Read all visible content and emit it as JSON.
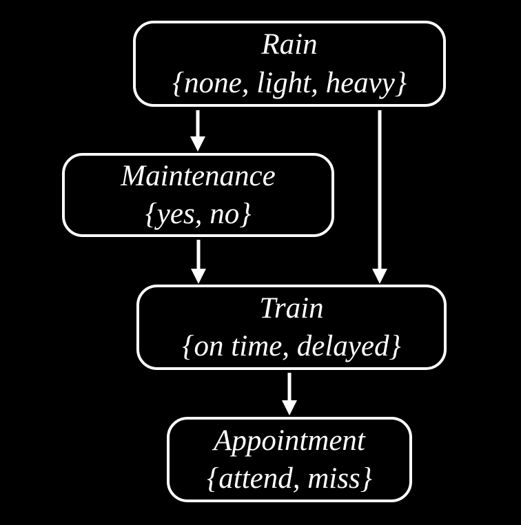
{
  "diagram": {
    "type": "bayesian-network",
    "colors": {
      "background": "#000000",
      "node_border": "#ffffff",
      "node_fill": "#000000",
      "text": "#ffffff",
      "arrow": "#ffffff"
    },
    "nodes": [
      {
        "name": "Rain",
        "domain": "{none, light, heavy}"
      },
      {
        "name": "Maintenance",
        "domain": "{yes, no}"
      },
      {
        "name": "Train",
        "domain": "{on time, delayed}"
      },
      {
        "name": "Appointment",
        "domain": "{attend, miss}"
      }
    ],
    "edges": [
      {
        "from": "Rain",
        "to": "Maintenance"
      },
      {
        "from": "Rain",
        "to": "Train"
      },
      {
        "from": "Maintenance",
        "to": "Train"
      },
      {
        "from": "Train",
        "to": "Appointment"
      }
    ]
  }
}
